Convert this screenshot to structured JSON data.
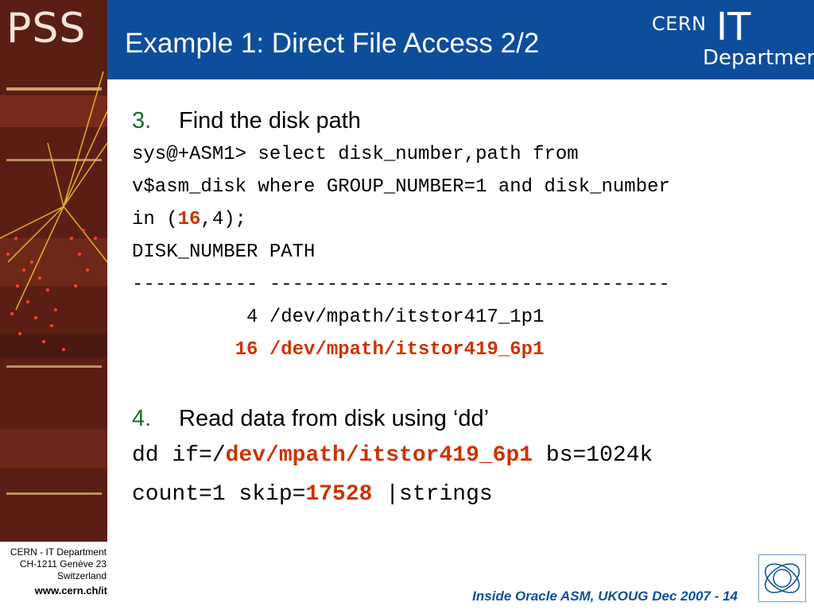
{
  "logo": {
    "pss": "PSS"
  },
  "header": {
    "title": "Example 1: Direct File Access 2/2",
    "cern": "CERN",
    "it": "IT",
    "department": "Department"
  },
  "steps": [
    {
      "num": "3.",
      "text": "Find the disk path"
    },
    {
      "num": "4.",
      "text": "Read data from disk using ‘dd’"
    }
  ],
  "code1": {
    "line1": "sys@+ASM1> select disk_number,path from",
    "line2": "v$asm_disk where GROUP_NUMBER=1 and disk_number",
    "line3_a": "in (",
    "line3_hl": "16",
    "line3_b": ",4);",
    "line4": "DISK_NUMBER PATH",
    "line5": "----------- -----------------------------------",
    "line6": "          4 /dev/mpath/itstor417_1p1",
    "line7": "         16 /dev/mpath/itstor419_6p1"
  },
  "code2": {
    "line1_a": "dd if=/",
    "line1_hl": "dev/mpath/itstor419_6p1",
    "line1_b": " bs=1024k",
    "line2_a": "count=1 skip=",
    "line2_hl": "17528",
    "line2_b": " |strings"
  },
  "footer": {
    "org": "CERN - IT Department",
    "address": "CH-1211 Genève 23",
    "country": "Switzerland",
    "web": "www.cern.ch/it",
    "event": "Inside Oracle ASM, UKOUG Dec 2007 - 14"
  },
  "colors": {
    "header_blue": "#0d4e9c",
    "step_number_green": "#1a6e2e",
    "highlight_red": "#cc3300",
    "strip_brown": "#5a1e14"
  }
}
